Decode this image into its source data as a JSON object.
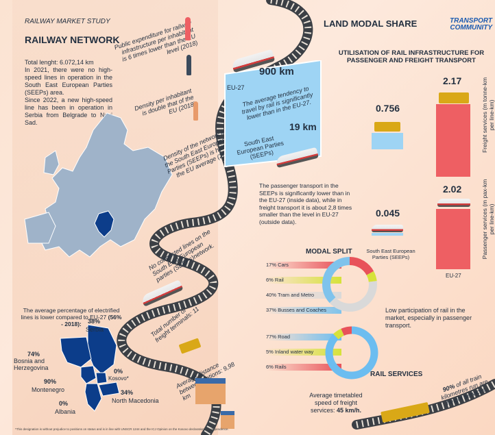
{
  "header": {
    "study_label": "RAILWAY MARKET STUDY",
    "section_title": "RAILWAY NETWORK",
    "land_modal_title": "LAND MODAL SHARE",
    "logo_line1": "TRANSPORT",
    "logo_line2": "COMMUNITY"
  },
  "network_intro": {
    "line1": "Total lenght: 6.072,14 km",
    "line2": "In 2021, there were no high-speed lines in operation in the South East European Parties (SEEPs) area.",
    "line3": "Since 2022, a new high-speed line has been in operation in Serbia from Belgrade to Novi Sad."
  },
  "facts": {
    "public_expenditure": "Public expenditure for railway infrastructure per inhabitant is 6 times lower than the EU level (2018)",
    "density_per_inhabitant": "Density per inhabitant is double that of the EU (2018)",
    "density_network": "Density of the network in the South East European Parties (SEEPs) is half of the EU average (2018)",
    "no_congested": "No congested lines on the South East European parties (SEEPs)network.",
    "freight_terminals": "Total number of freight terminals: 11",
    "avg_distance": "Average distance between stations: 9,98 km",
    "avg_speed_label": "Average timetabled speed of freight services:",
    "avg_speed_value": "45 km/h."
  },
  "km_box": {
    "eu_value": "900 km",
    "eu_label": "EU-27",
    "tendency": "The average tendency to travel by rail is significantly lower than in the EU-27.",
    "seep_label": "South East European Parties (SEEPs)",
    "seep_value": "19 km"
  },
  "passenger_note": "The passenger transport in the SEEPs is significantly lower than in the EU-27 (inside data), while in freight transport it is about 2,8 times smaller than the level in EU-27 (outside data).",
  "utilisation": {
    "title_line1": "UTILISATION OF RAIL INFRASTRUCTURE FOR",
    "title_line2": "PASSENGER AND FREIGHT TRANSPORT",
    "seep_freight": "0.756",
    "seep_passenger": "0.045",
    "eu_freight": "2.17",
    "eu_passenger": "2.02",
    "seep_label": "South East European Parties (SEEPs)",
    "eu_label": "EU-27",
    "freight_axis": "Freight services (m tonne-km per line-km)",
    "passenger_axis": "Passenger services (m pax-km per line-km)"
  },
  "electrified": {
    "intro": "The average percentage of electrified lines is lower compared to EU-27",
    "intro_value": "(56% - 2018):",
    "serbia_pct": "38%",
    "serbia": "Serbia",
    "bih_pct": "74%",
    "bih": "Bosnia and Herzegovina",
    "kosovo_pct": "0%",
    "kosovo": "Kosovo*",
    "montenegro_pct": "90%",
    "montenegro": "Montenegro",
    "nmacedonia_pct": "34%",
    "nmacedonia": "North Macedonia",
    "albania_pct": "0%",
    "albania": "Albania"
  },
  "modal_split": {
    "title": "MODAL SPLIT",
    "passenger": [
      {
        "label": "17% Cars",
        "value": 17,
        "color": "#e8525a"
      },
      {
        "label": "6% Rail",
        "value": 6,
        "color": "#d6e23a"
      },
      {
        "label": "40% Tram and Metro",
        "value": 40,
        "color": "#d9d9d9"
      },
      {
        "label": "37% Busses and Coaches",
        "value": 37,
        "color": "#7fc3ec"
      }
    ],
    "freight": [
      {
        "label": "77% Road",
        "value": 77,
        "color": "#6cbdf0"
      },
      {
        "label": "5% Inland water way",
        "value": 5,
        "color": "#d6e23a"
      },
      {
        "label": "6% Rails",
        "value": 6,
        "color": "#e8525a"
      }
    ]
  },
  "low_participation": "Low participation of rail in the market, especially in passenger transport.",
  "rail_services": {
    "title": "RAIL SERVICES",
    "note_pct": "90%",
    "note_text": "of all train kilometres run are freight services."
  },
  "footnote": "*This designation is without prejudice to positions on status and is in line with UNSCR 1244 and the ICJ Opinion on the Kosovo declaration of independence.",
  "colors": {
    "accent_red": "#ee5f63",
    "accent_blue": "#9ed4f4",
    "map_dark": "#0c3d8a",
    "map_light": "#9fb3c9"
  }
}
